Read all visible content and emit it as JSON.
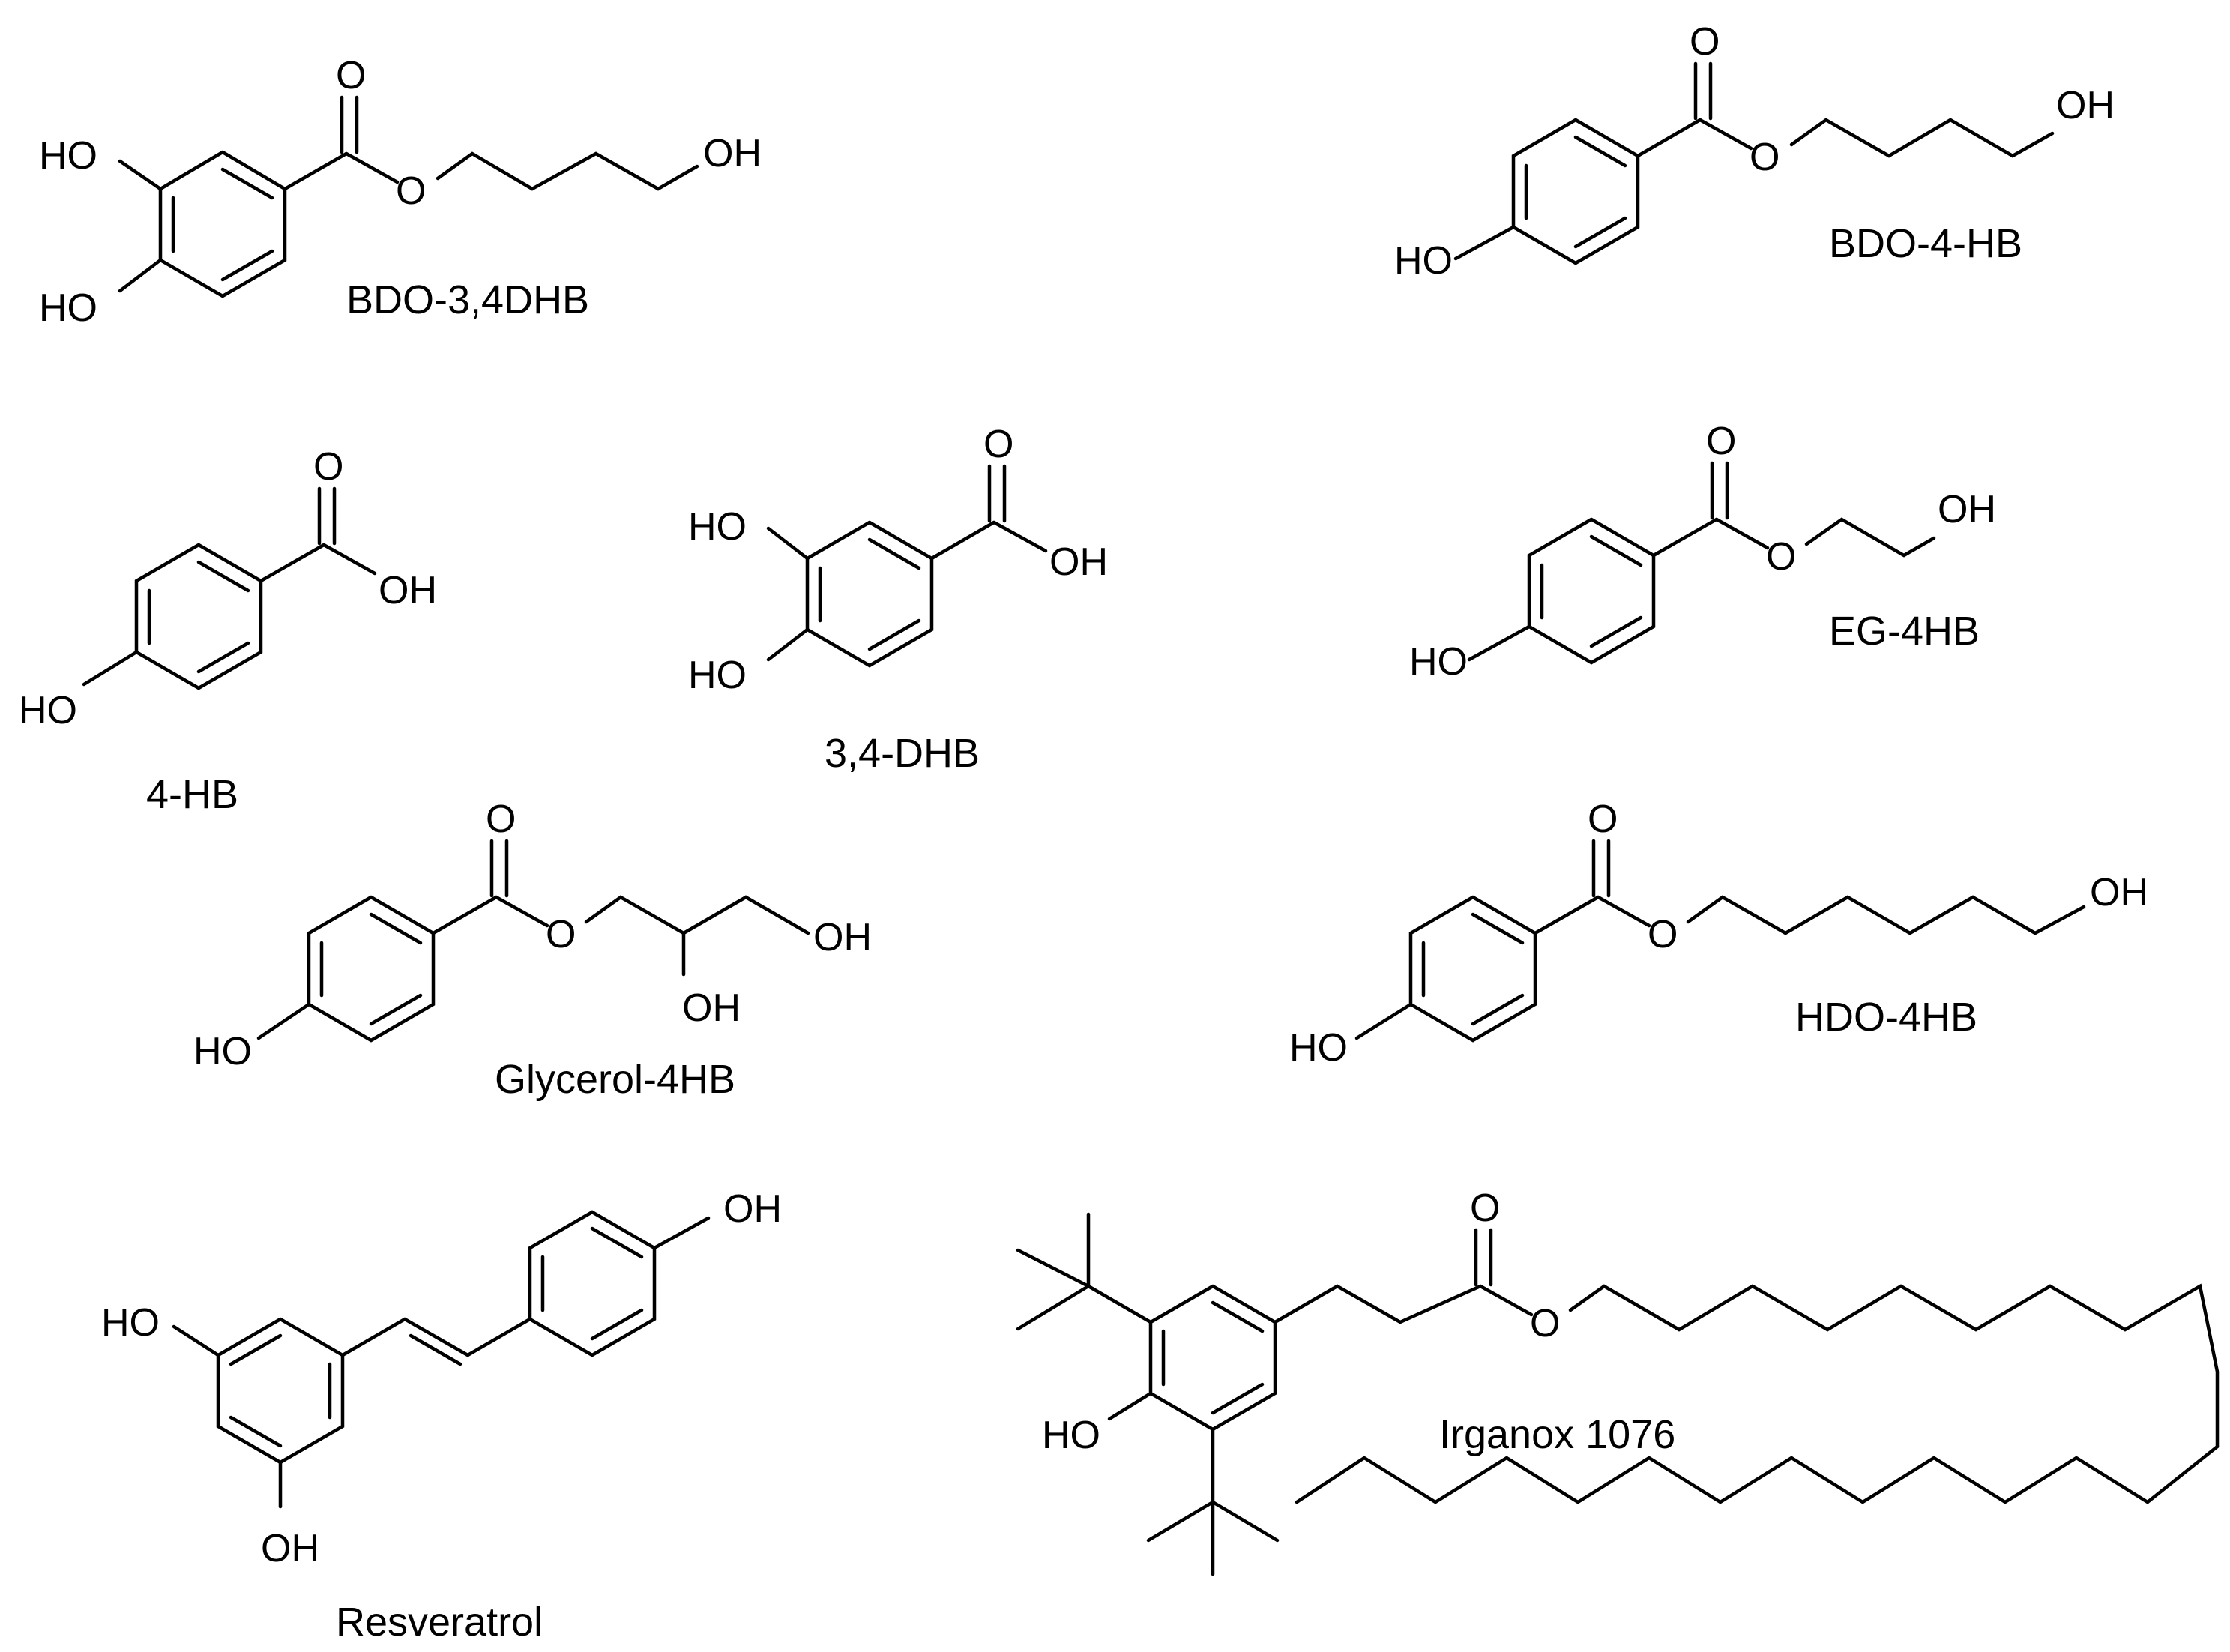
{
  "molecules": [
    {
      "name": "BDO-3,4DHB",
      "atoms": {
        "ho_top": "HO",
        "ho_bottom": "HO",
        "carbonyl_o": "O",
        "ester_o": "O",
        "end_oh": "OH"
      }
    },
    {
      "name": "BDO-4-HB",
      "atoms": {
        "ho": "HO",
        "carbonyl_o": "O",
        "ester_o": "O",
        "end_oh": "OH"
      }
    },
    {
      "name": "4-HB",
      "atoms": {
        "ho": "HO",
        "carbonyl_o": "O",
        "acid_oh": "OH"
      }
    },
    {
      "name": "3,4-DHB",
      "atoms": {
        "ho_top": "HO",
        "ho_bottom": "HO",
        "carbonyl_o": "O",
        "acid_oh": "OH"
      }
    },
    {
      "name": "EG-4HB",
      "atoms": {
        "ho": "HO",
        "carbonyl_o": "O",
        "ester_o": "O",
        "end_oh": "OH"
      }
    },
    {
      "name": "Glycerol-4HB",
      "atoms": {
        "ho": "HO",
        "carbonyl_o": "O",
        "ester_o": "O",
        "end_oh": "OH",
        "mid_oh": "OH"
      }
    },
    {
      "name": "HDO-4HB",
      "atoms": {
        "ho": "HO",
        "carbonyl_o": "O",
        "ester_o": "O",
        "end_oh": "OH"
      }
    },
    {
      "name": "Resveratrol",
      "atoms": {
        "para_oh": "OH",
        "ho_left": "HO",
        "oh_bottom": "OH"
      }
    },
    {
      "name": "Irganox 1076",
      "atoms": {
        "ho": "HO",
        "carbonyl_o": "O",
        "ester_o": "O"
      }
    }
  ]
}
